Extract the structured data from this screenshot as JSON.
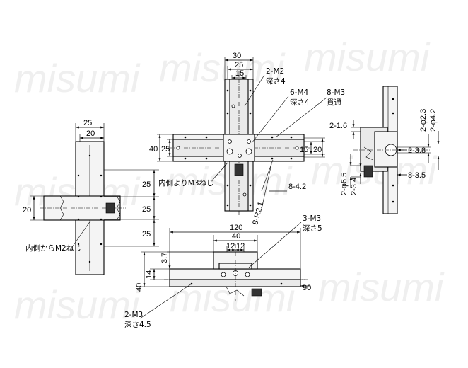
{
  "watermark": "misumi",
  "left_view": {
    "dims": {
      "top_outer": "25",
      "top_inner": "20",
      "left_width": "20",
      "right_upper": "25",
      "right_mid": "25",
      "right_lower": "25"
    },
    "note": "内側からM2ねじ"
  },
  "top_view": {
    "dims": {
      "w30": "30",
      "w25": "25",
      "w15": "15",
      "h40": "40",
      "h25": "25",
      "r15": "15",
      "r20": "20",
      "m84": "8-4.2",
      "r21": "8-R2.1"
    },
    "notes": {
      "m2": "2-M2",
      "m2_depth": "深さ4",
      "m4": "6-M4",
      "m4_depth": "深さ4",
      "m3": "8-M3",
      "m3_thru": "貫通",
      "m3_inside": "内側よりM3ねじ"
    }
  },
  "right_view": {
    "dims": {
      "d16": "2-1.6",
      "phi23": "2-φ2.3",
      "phi42": "2-φ4.2",
      "d38": "2-3.8",
      "phi65": "2-φ6.5",
      "d34": "2-3.4",
      "d35": "8-3.5"
    }
  },
  "front_view": {
    "dims": {
      "w120": "120",
      "w40": "40",
      "w12a": "12",
      "w12b": "12",
      "h37": "3.7",
      "h14": "14",
      "h40": "40",
      "w90": "90"
    },
    "notes": {
      "m3": "3-M3",
      "m3_depth": "深さ5",
      "m2": "2-M3",
      "m2_depth": "深さ4.5"
    }
  }
}
